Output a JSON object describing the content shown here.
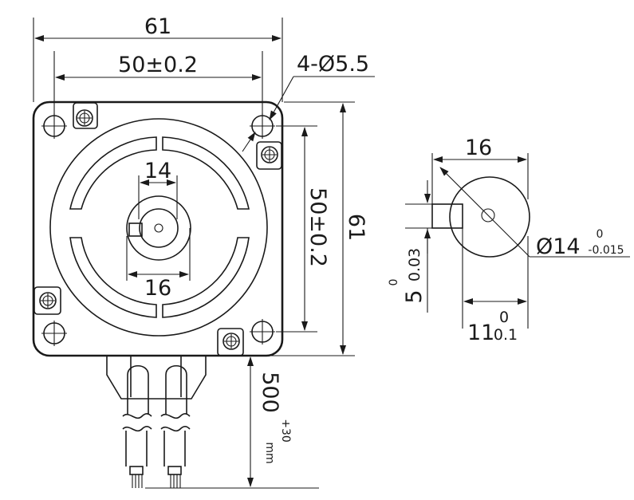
{
  "labels": {
    "overall_width": "61",
    "hole_spacing_h": "50±0.2",
    "mount_holes": "4-Ø5.5",
    "hole_spacing_v": "50±0.2",
    "overall_height": "61",
    "inner_diameter": "14",
    "hub_diameter": "16",
    "lead_length": "500",
    "lead_tol_upper": "+30",
    "lead_unit": "mm",
    "shaft_outer": "16",
    "shaft_diameter": "Ø14",
    "shaft_diam_tol_upper": "0",
    "shaft_diam_tol_lower": "-0.015",
    "key_height": "5",
    "key_tol_upper": "0",
    "key_tol_lower": "0.03",
    "shaft_length": "11",
    "shaft_len_tol_upper": "0",
    "shaft_len_tol_lower": "0.1"
  }
}
